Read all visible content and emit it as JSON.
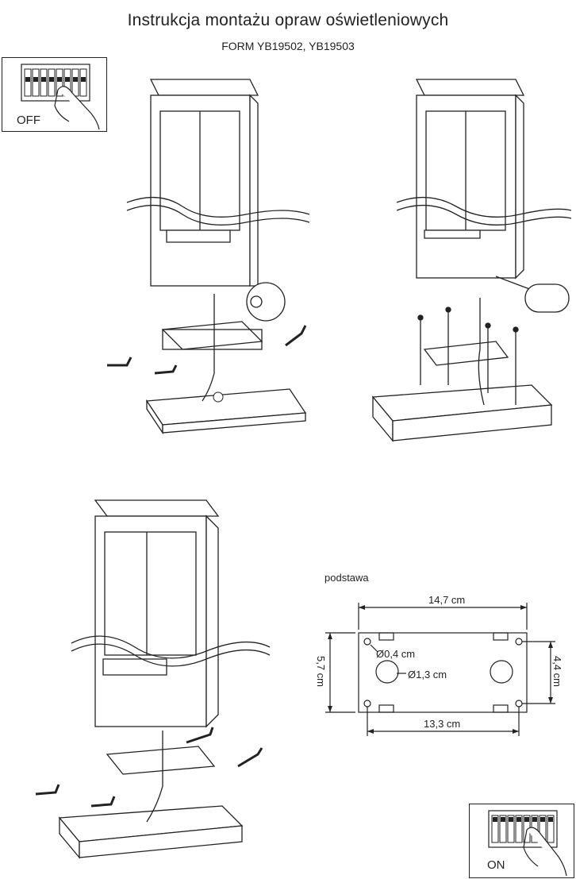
{
  "title": "Instrukcja montażu opraw oświetleniowych",
  "subtitle": "FORM YB19502, YB19503",
  "switch_off_label": "OFF",
  "switch_on_label": "ON",
  "base_label": "podstawa",
  "dims": {
    "width_total": "14,7 cm",
    "width_holes": "13,3 cm",
    "height_total": "5,7 cm",
    "height_holes": "4,4 cm",
    "hole_small": "Ø0,4 cm",
    "hole_large": "Ø1,3 cm"
  }
}
